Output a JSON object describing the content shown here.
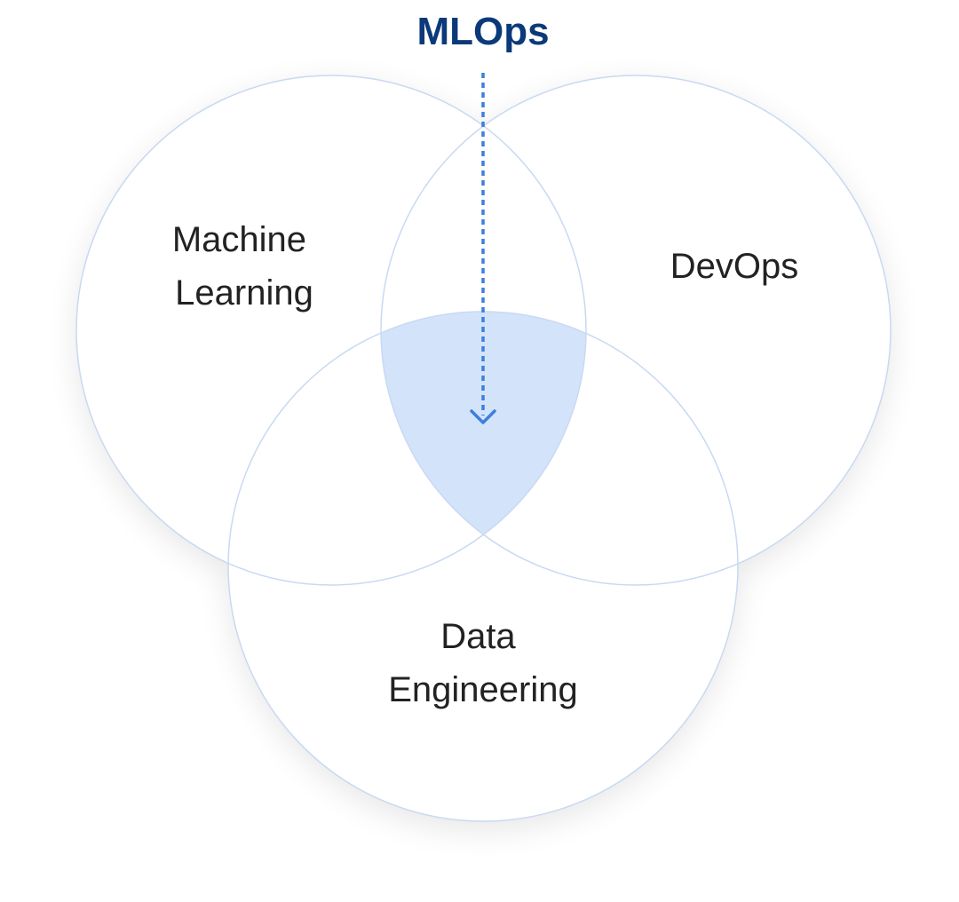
{
  "title": "MLOps",
  "circles": {
    "machine_learning": [
      "Machine",
      "Learning"
    ],
    "devops": [
      "DevOps"
    ],
    "data_engineering": [
      "Data",
      "Engineering"
    ]
  },
  "colors": {
    "title": "#0b3a7a",
    "arrow": "#3d7fdc",
    "intersection_fill": "#d3e3fa",
    "circle_stroke": "#c9d9f2",
    "circle_fill": "#ffffff",
    "text": "#222222"
  }
}
